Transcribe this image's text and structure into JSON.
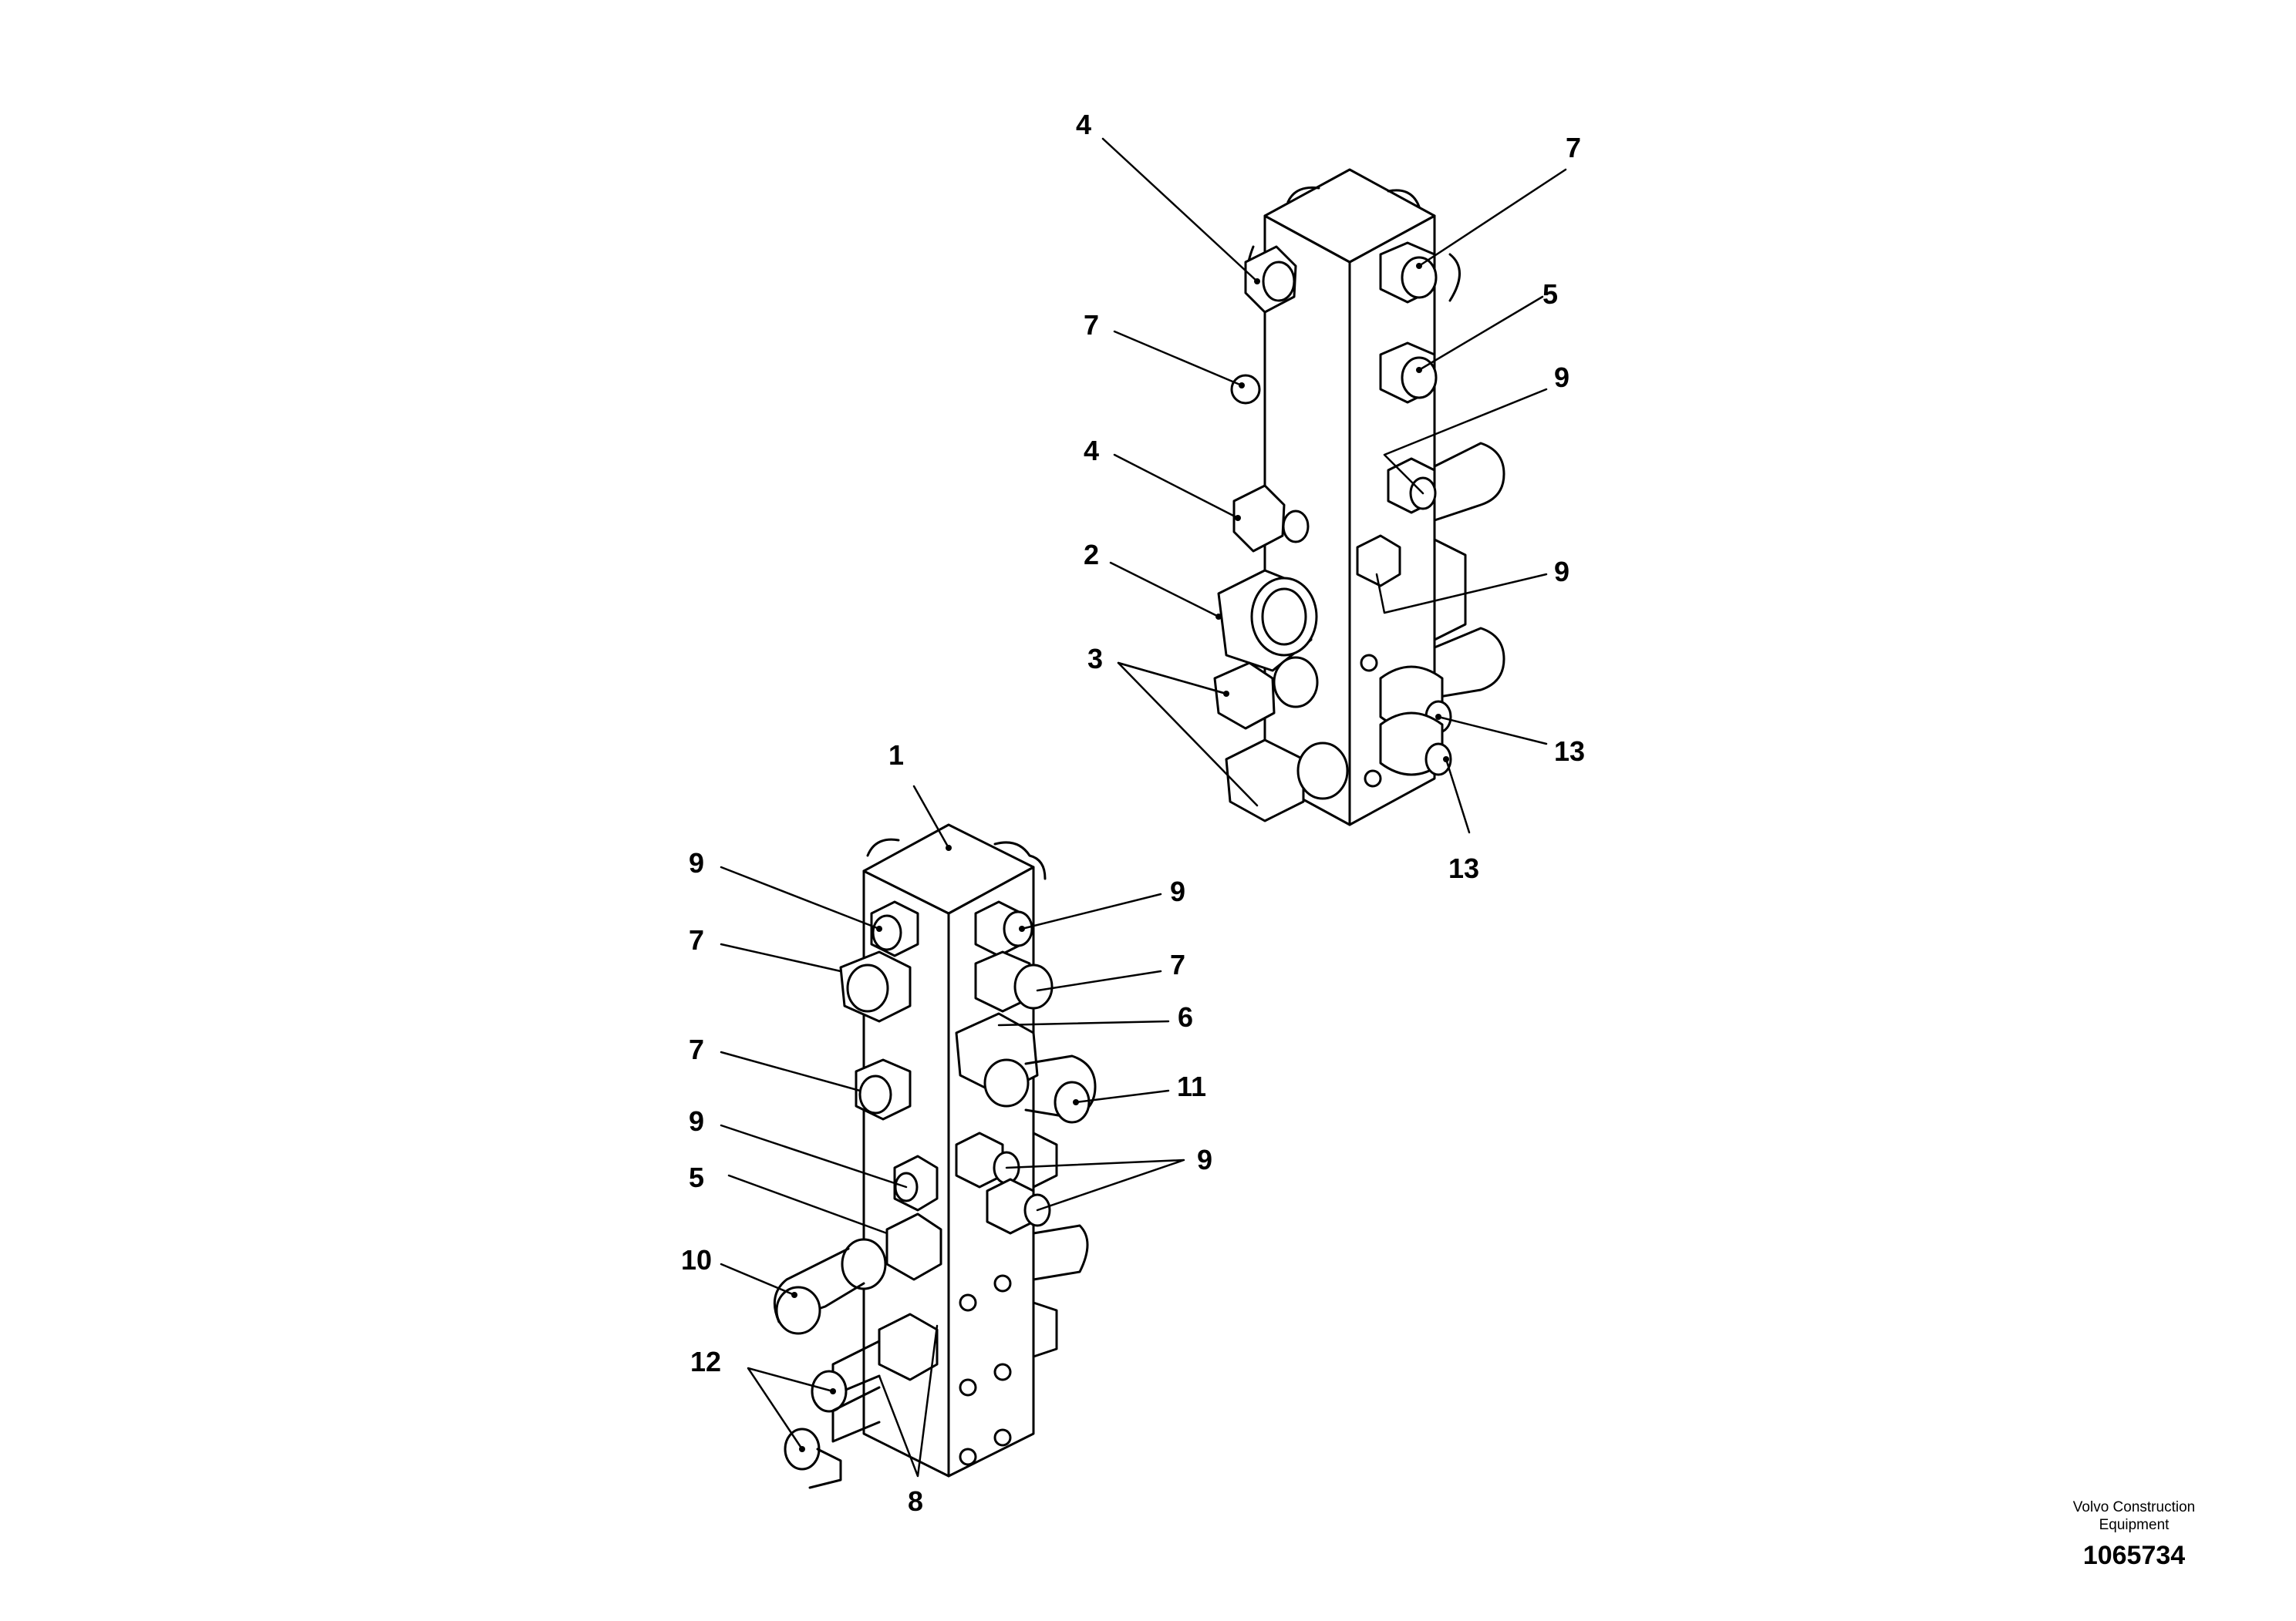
{
  "footer": {
    "company_line1": "Volvo Construction",
    "company_line2": "Equipment",
    "drawing_number": "1065734"
  },
  "callouts": [
    "4",
    "7",
    "7",
    "5",
    "9",
    "4",
    "9",
    "2",
    "3",
    "13",
    "13",
    "1",
    "9",
    "9",
    "7",
    "7",
    "6",
    "7",
    "11",
    "9",
    "9",
    "5",
    "10",
    "12",
    "8"
  ]
}
